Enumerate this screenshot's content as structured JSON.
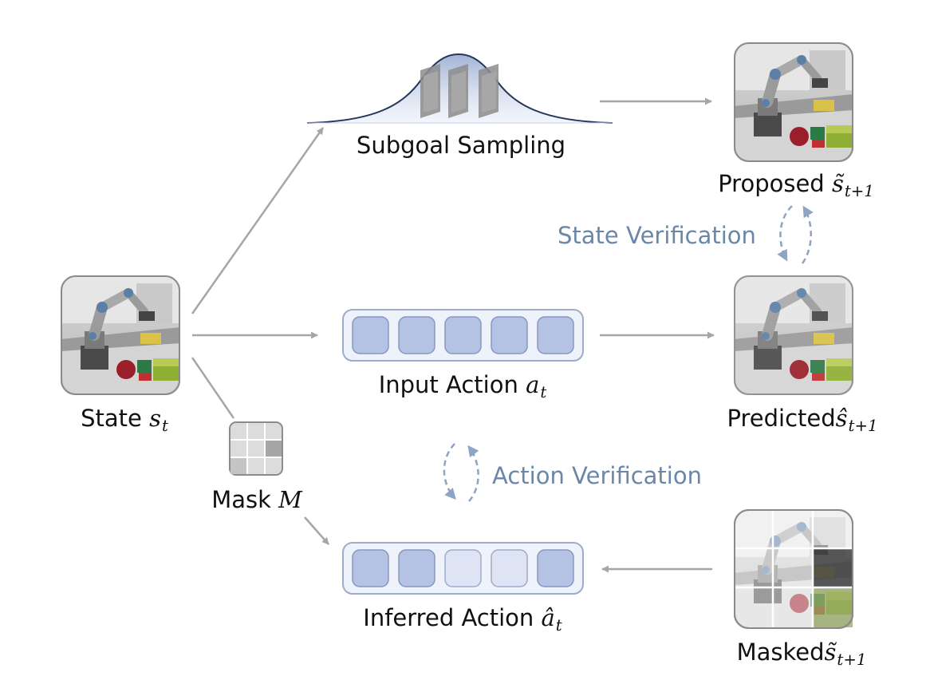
{
  "title": "",
  "nodes": {
    "subgoal_sampling": "Subgoal Sampling",
    "state": {
      "text": "State",
      "sym": "s",
      "sub": "t"
    },
    "mask": {
      "text": "Mask",
      "sym": "M"
    },
    "input_action": {
      "text": "Input Action",
      "sym": "a",
      "sub": "t"
    },
    "inferred_action": {
      "text": "Inferred Action",
      "sym": "â",
      "sub": "t"
    },
    "proposed": {
      "text": "Proposed",
      "sym": "s̃",
      "sub": "t+1"
    },
    "predicted": {
      "text": "Predicted",
      "sym": "ŝ",
      "sub": "t+1"
    },
    "masked": {
      "text": "Masked",
      "sym": "s̃",
      "sub": "t+1"
    }
  },
  "verifications": {
    "state": "State Verification",
    "action": "Action Verification"
  },
  "colors": {
    "arrow": "#a6a6a6",
    "token_full": "#b4c2e4",
    "token_light": "#dfe4f4",
    "token_border": "#8997c0",
    "verify": "#6b87a8",
    "curve": "#24355e"
  }
}
